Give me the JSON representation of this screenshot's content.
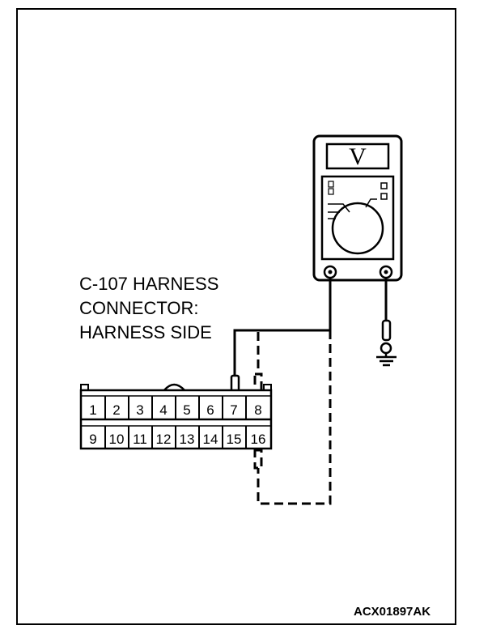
{
  "connector": {
    "label_lines": [
      "C-107 HARNESS",
      "CONNECTOR:",
      "HARNESS SIDE"
    ],
    "pins_top": [
      "1",
      "2",
      "3",
      "4",
      "5",
      "6",
      "7",
      "8"
    ],
    "pins_bottom": [
      "9",
      "10",
      "11",
      "12",
      "13",
      "14",
      "15",
      "16"
    ]
  },
  "meter": {
    "mode_symbol": "V"
  },
  "figure_code": "ACX01897AK",
  "icons": [
    "voltmeter-icon",
    "ground-icon",
    "probe-icon"
  ]
}
